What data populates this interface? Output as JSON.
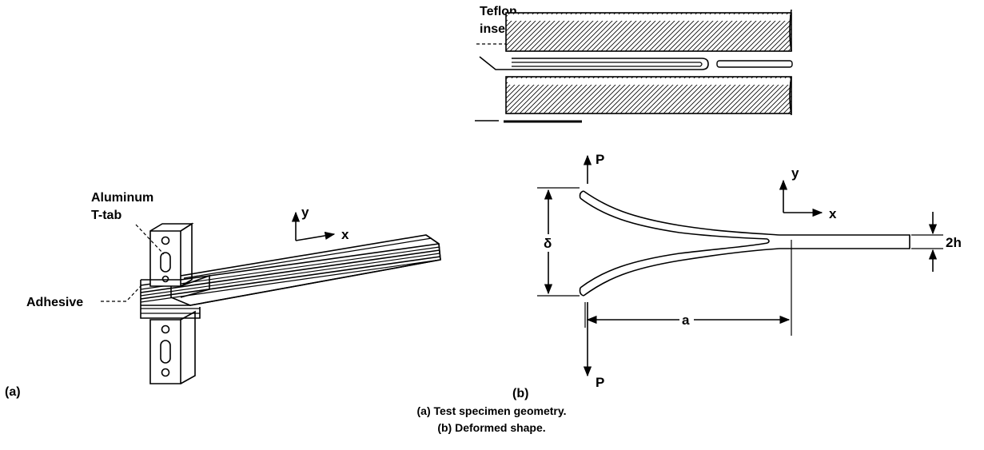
{
  "top_inset": {
    "teflon_label_line1": "Teflon",
    "teflon_label_line2": "insert"
  },
  "specimen_a": {
    "aluminum_label_line1": "Aluminum",
    "aluminum_label_line2": "T-tab",
    "adhesive_label": "Adhesive",
    "axis_y": "y",
    "axis_x": "x",
    "panel_tag": "(a)"
  },
  "deformed_b": {
    "load_top": "P",
    "load_bottom": "P",
    "opening": "δ",
    "crack_length": "a",
    "thickness": "2h",
    "axis_y": "y",
    "axis_x": "x",
    "panel_tag": "(b)"
  },
  "caption": {
    "line1": "(a) Test specimen geometry.",
    "line2": "(b) Deformed shape."
  }
}
